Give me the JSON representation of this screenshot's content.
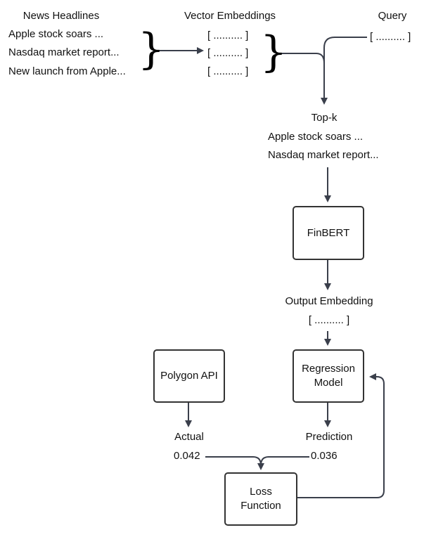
{
  "news_headlines": {
    "title": "News Headlines",
    "items": [
      "Apple stock soars ...",
      "Nasdaq market report...",
      "New launch from Apple..."
    ]
  },
  "vector_embeddings": {
    "title": "Vector Embeddings",
    "items": [
      "[ .......... ]",
      "[ .......... ]",
      "[ .......... ]"
    ]
  },
  "query": {
    "title": "Query",
    "vector": "[ .......... ]"
  },
  "top_k": {
    "title": "Top-k",
    "items": [
      "Apple stock soars ...",
      "Nasdaq market report..."
    ]
  },
  "finbert": {
    "label": "FinBERT"
  },
  "output_embedding": {
    "title": "Output Embedding",
    "vector": "[ .......... ]"
  },
  "regression_model": {
    "line1": "Regression",
    "line2": "Model"
  },
  "polygon_api": {
    "label": "Polygon API"
  },
  "actual": {
    "label": "Actual",
    "value": "0.042"
  },
  "prediction": {
    "label": "Prediction",
    "value": "0.036"
  },
  "loss_function": {
    "line1": "Loss",
    "line2": "Function"
  },
  "colors": {
    "line": "#3a3f4b",
    "box_border": "#333333",
    "text": "#111111"
  }
}
